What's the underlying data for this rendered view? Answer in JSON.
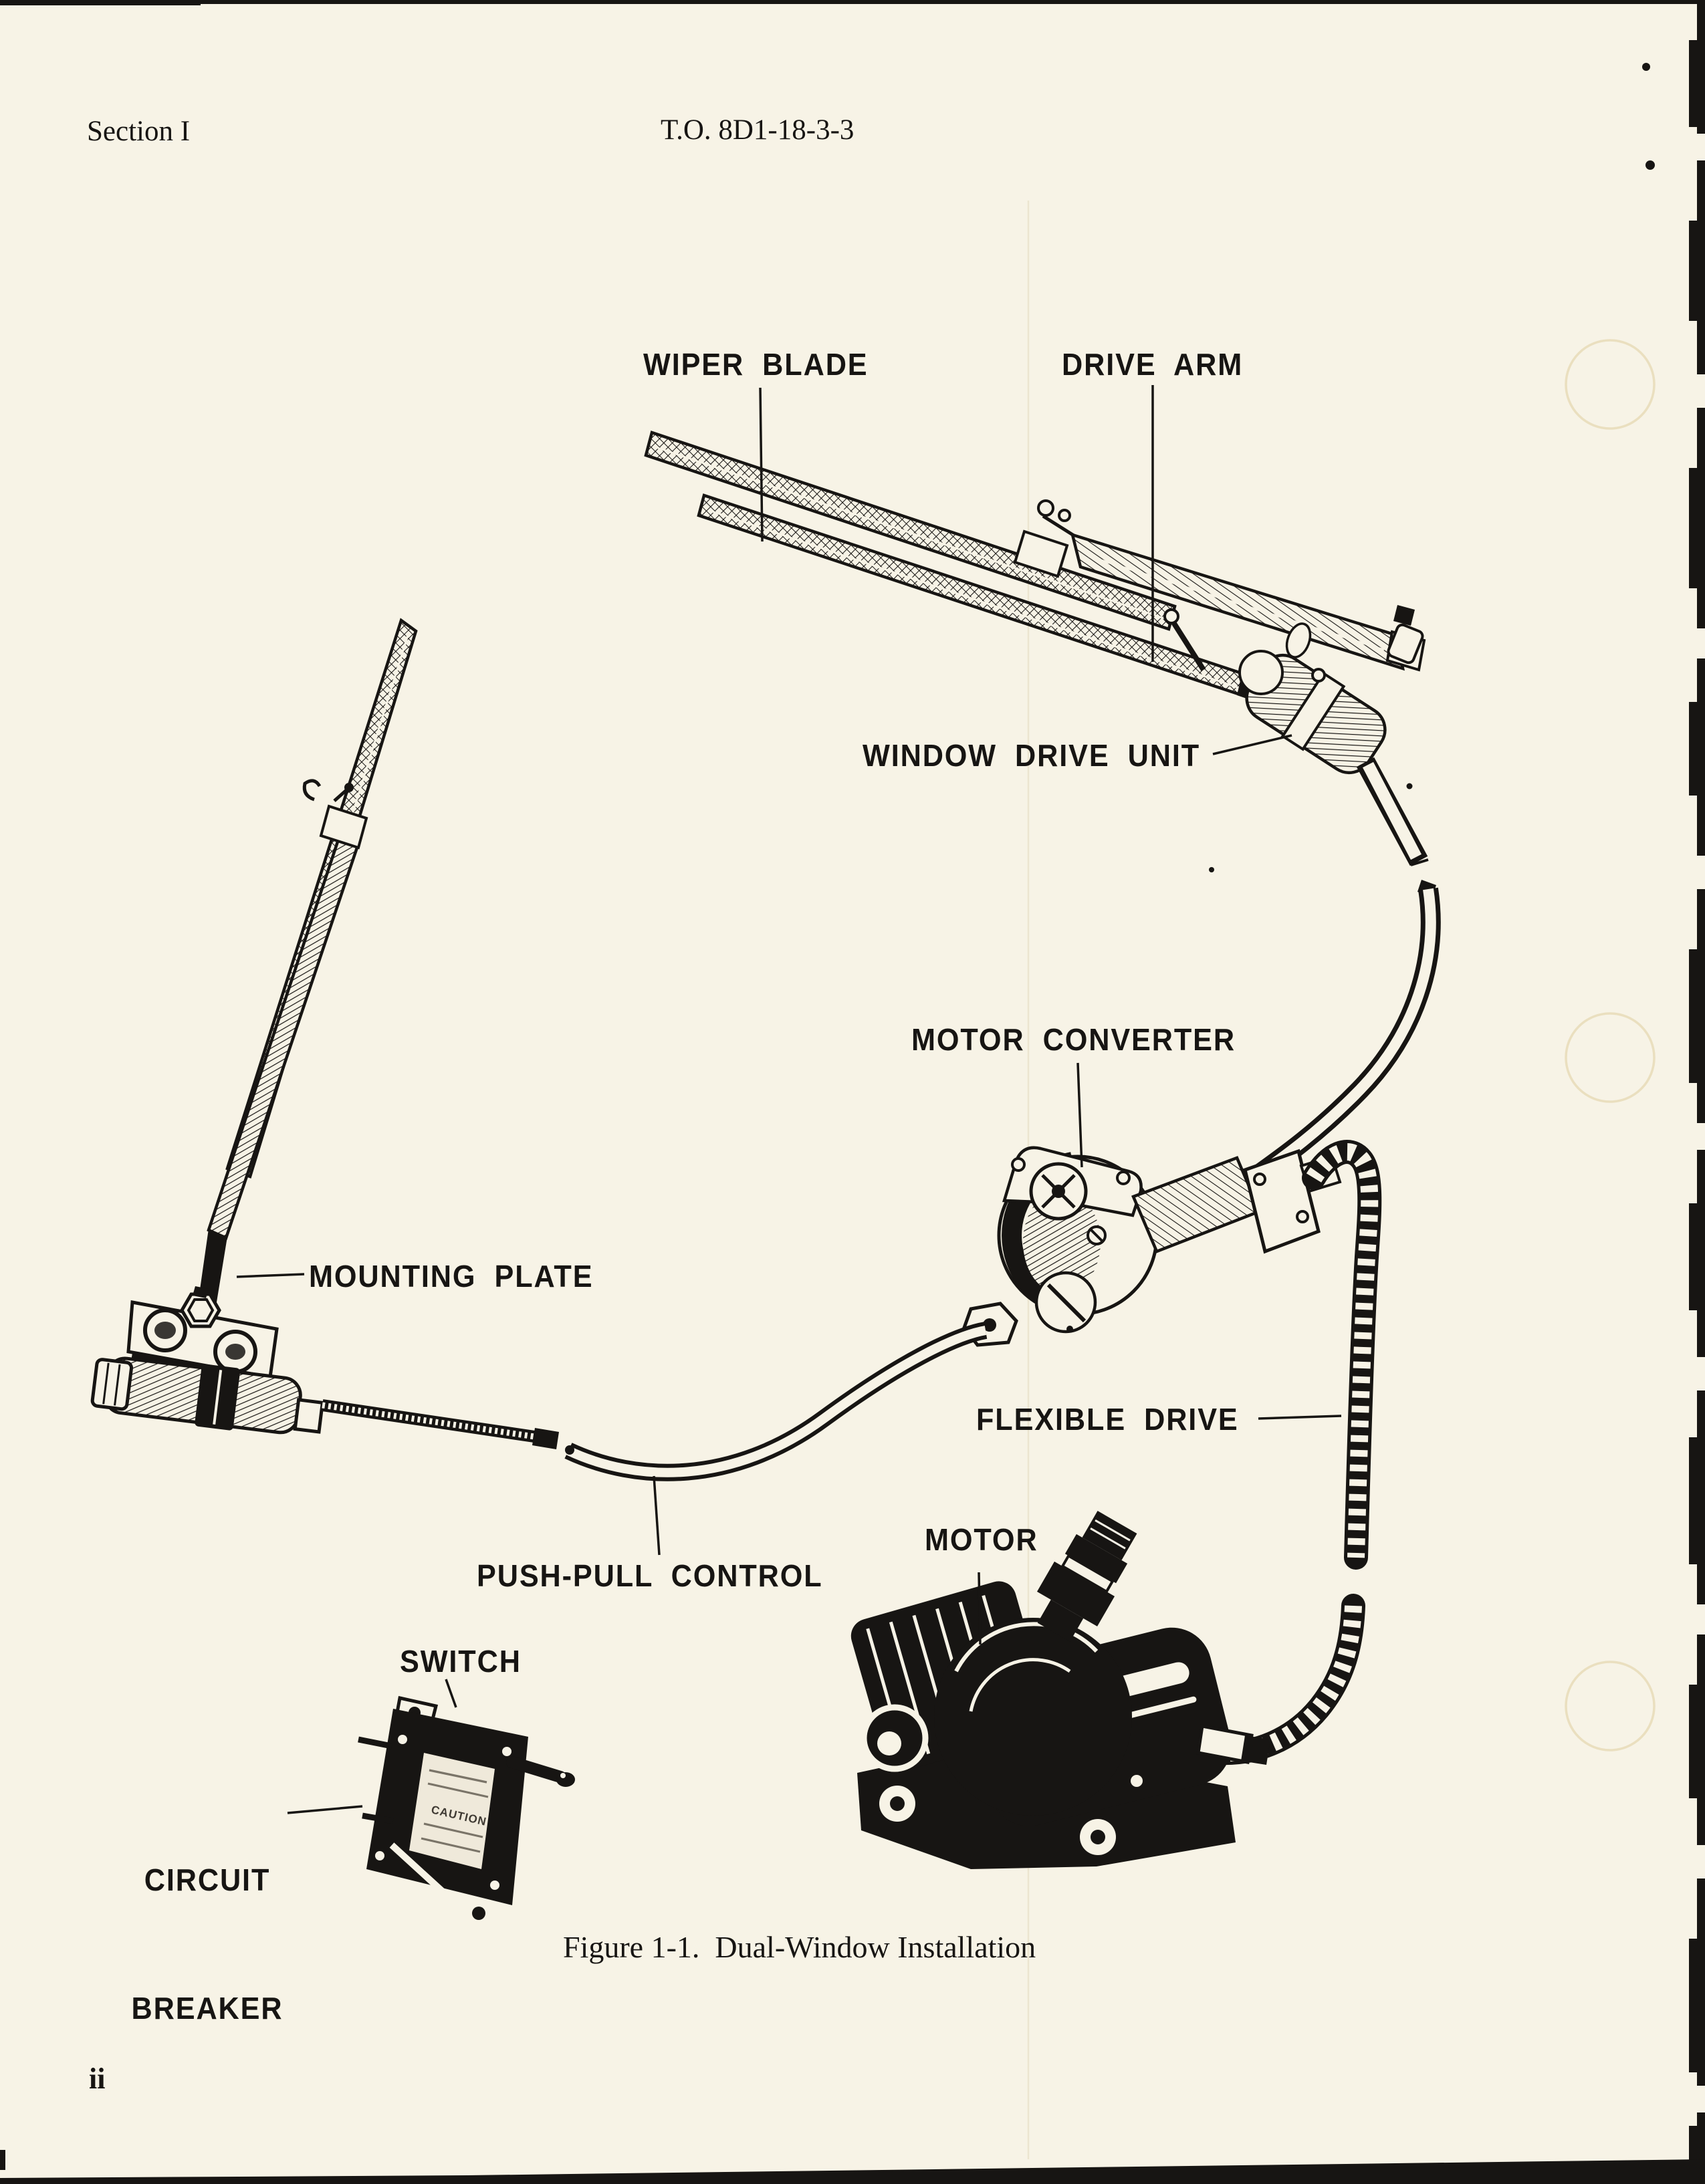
{
  "page": {
    "header": {
      "section": "Section I",
      "doc_number": "T.O. 8D1-18-3-3"
    },
    "figure": {
      "caption": "Figure 1-1.  Dual-Window Installation",
      "labels": {
        "wiper_blade": "WIPER BLADE",
        "drive_arm": "DRIVE ARM",
        "window_drive_unit": "WINDOW DRIVE UNIT",
        "motor_converter": "MOTOR CONVERTER",
        "mounting_plate": "MOUNTING PLATE",
        "flexible_drive": "FLEXIBLE DRIVE",
        "motor": "MOTOR",
        "push_pull_control": "PUSH-PULL CONTROL",
        "switch": "SWITCH",
        "circuit_breaker_line1": "CIRCUIT",
        "circuit_breaker_line2": "BREAKER",
        "breaker_plate_text": "CAUTION"
      }
    },
    "page_number": "ii",
    "colors": {
      "paper": "#f7f3e6",
      "ink": "#171513"
    }
  }
}
